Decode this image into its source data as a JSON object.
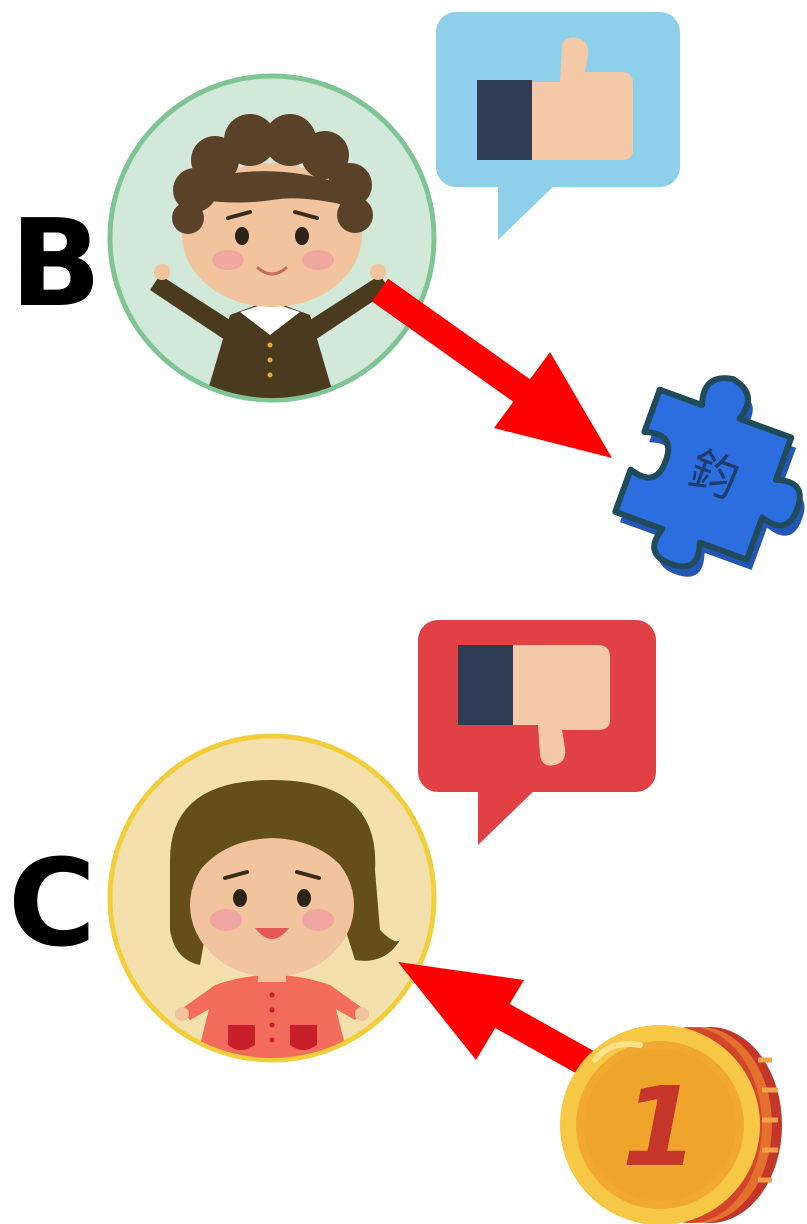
{
  "scene": {
    "persons": [
      {
        "label": "B",
        "reaction": "thumbs-up-icon"
      },
      {
        "label": "C",
        "reaction": "thumbs-down-icon"
      }
    ],
    "puzzle": {
      "char": "鈞"
    },
    "coin": {
      "value": "1"
    }
  },
  "colors": {
    "arrow": "#ff0000",
    "thumbs_up_bubble": "#8ecfea",
    "thumbs_down_bubble": "#e14144",
    "puzzle": "#2c6ee0",
    "puzzle_outline": "#1f4b5a",
    "skin": "#f4c9a8",
    "sleeve": "#2f3e55"
  }
}
